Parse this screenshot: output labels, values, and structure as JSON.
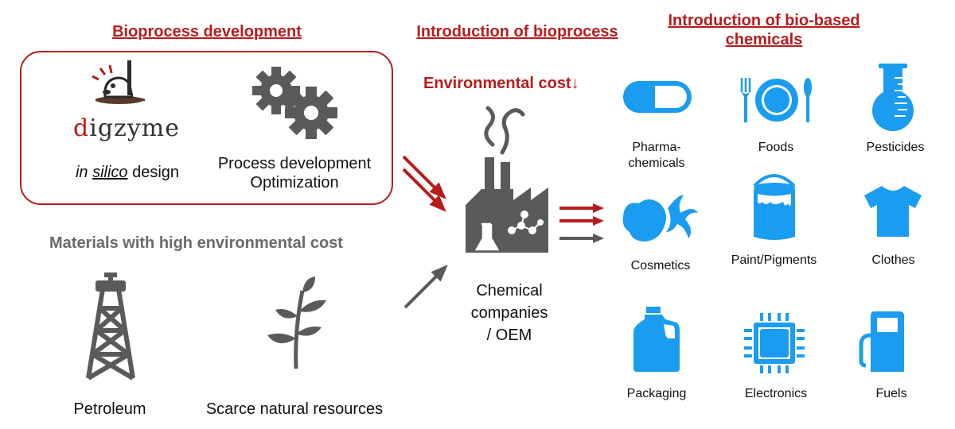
{
  "headings": {
    "bioprocess_development": "Bioprocess development",
    "introduction_bioprocess": "Introduction of bioprocess",
    "introduction_biobased": "Introduction of bio-based chemicals",
    "environmental_cost": "Environmental cost↓",
    "materials_high_cost": "Materials with high environmental cost"
  },
  "bioprocess": {
    "logo_text_first": "d",
    "logo_text_rest": "igzyme",
    "insilico_italic": "in ",
    "insilico_underlined": "silico",
    "insilico_rest": " design",
    "process_line1": "Process development",
    "process_line2": "Optimization"
  },
  "materials": {
    "petroleum": "Petroleum",
    "scarce": "Scarce natural resources"
  },
  "factory": {
    "line1": "Chemical",
    "line2": "companies",
    "line3": "/ OEM"
  },
  "categories": [
    {
      "icon": "pill-icon",
      "label_line1": "Pharma-",
      "label_line2": "chemicals"
    },
    {
      "icon": "plate-cutlery-icon",
      "label_line1": "Foods",
      "label_line2": ""
    },
    {
      "icon": "flask-icon",
      "label_line1": "Pesticides",
      "label_line2": ""
    },
    {
      "icon": "cosmetics-icon",
      "label_line1": "Cosmetics",
      "label_line2": ""
    },
    {
      "icon": "paint-can-icon",
      "label_line1": "Paint/Pigments",
      "label_line2": ""
    },
    {
      "icon": "tshirt-icon",
      "label_line1": "Clothes",
      "label_line2": ""
    },
    {
      "icon": "jug-icon",
      "label_line1": "Packaging",
      "label_line2": ""
    },
    {
      "icon": "chip-icon",
      "label_line1": "Electronics",
      "label_line2": ""
    },
    {
      "icon": "fuel-pump-icon",
      "label_line1": "Fuels",
      "label_line2": ""
    }
  ],
  "colors": {
    "accent_red": "#b81c1c",
    "icon_blue": "#1a9cf0",
    "icon_gray": "#5a5a5a"
  }
}
